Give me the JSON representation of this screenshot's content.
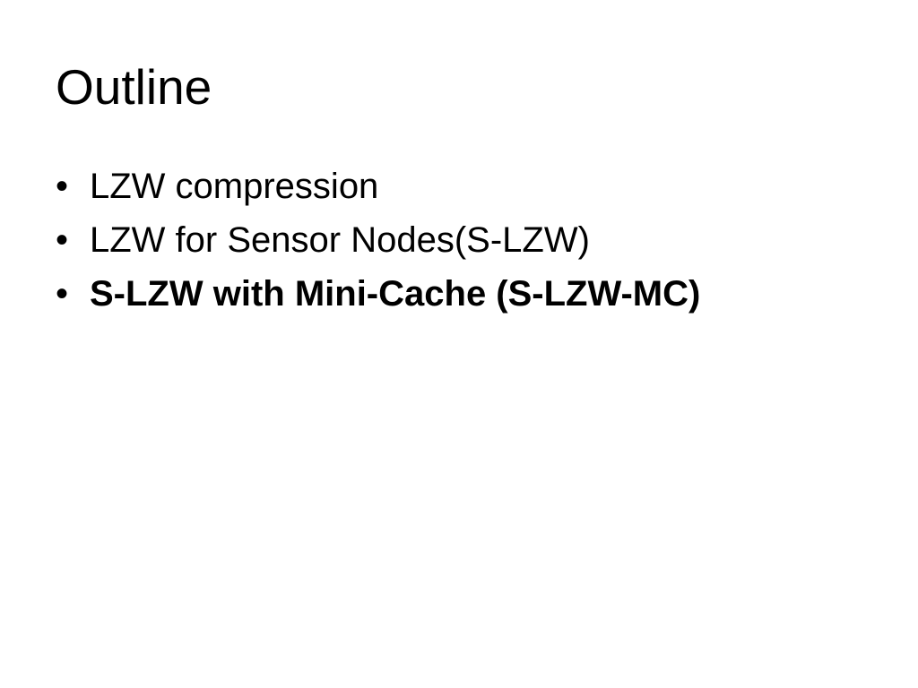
{
  "slide": {
    "title": "Outline",
    "bullet_glyph": "•",
    "items": [
      {
        "text": "LZW compression",
        "bold": false
      },
      {
        "text": "LZW for Sensor Nodes(S-LZW)",
        "bold": false
      },
      {
        "text": "S-LZW with Mini-Cache (S-LZW-MC)",
        "bold": true
      }
    ]
  }
}
